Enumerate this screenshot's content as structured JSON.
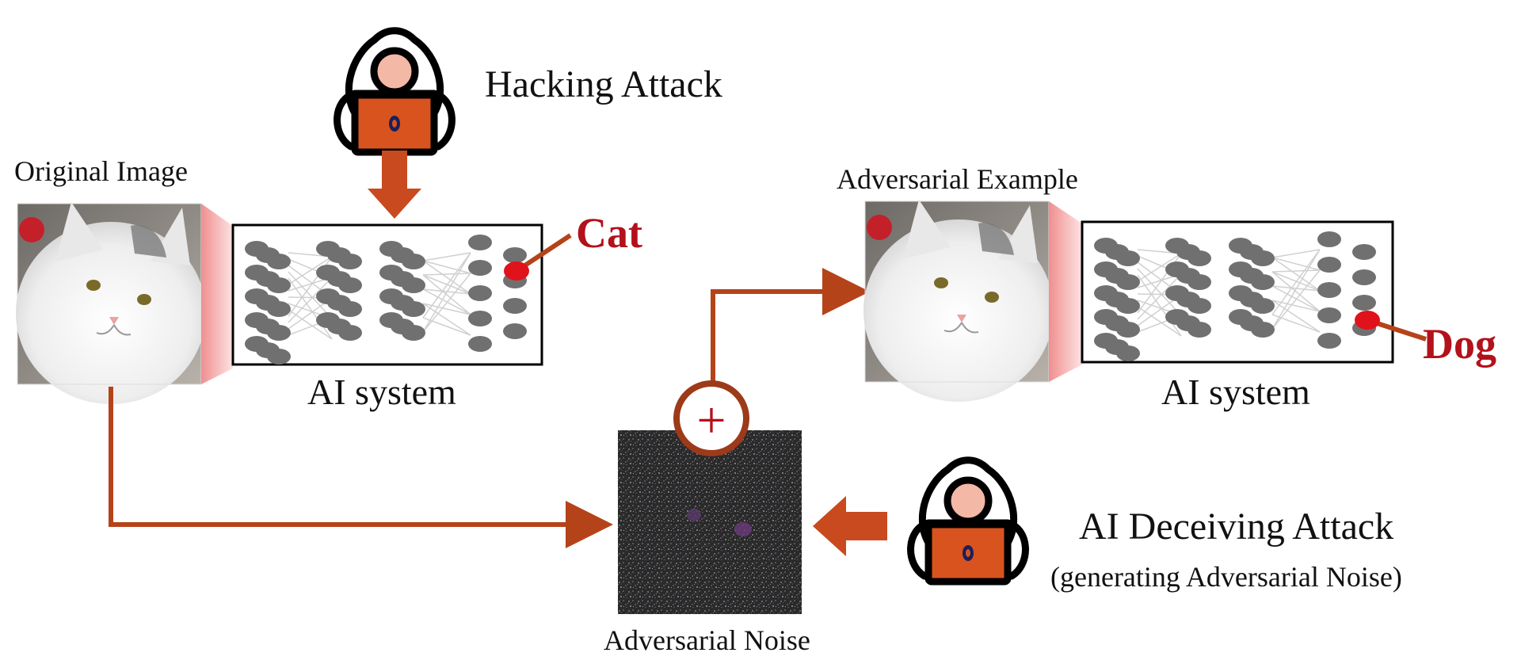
{
  "labels": {
    "original_image": "Original Image",
    "hacking_attack": "Hacking Attack",
    "ai_system_left": "AI system",
    "ai_system_right": "AI system",
    "adversarial_example": "Adversarial Example",
    "adversarial_noise": "Adversarial Noise",
    "ai_deceiving_attack": "AI Deceiving Attack",
    "ai_deceiving_attack_sub": "(generating Adversarial Noise)",
    "output_left": "Cat",
    "output_right": "Dog",
    "plus": "+"
  },
  "colors": {
    "arrow": "#b5431a",
    "arrow_fill": "#c84a1e",
    "output_text": "#b3111b",
    "output_dot": "#e0121c",
    "neuron": "#707070",
    "laptop": "#d9531e",
    "skin": "#f3b8a6",
    "pink_face": "#f2a3a3"
  },
  "icons": {
    "hacker_top": "hacker-icon",
    "hacker_bottom": "hacker-icon",
    "plus": "plus-circle-icon"
  }
}
